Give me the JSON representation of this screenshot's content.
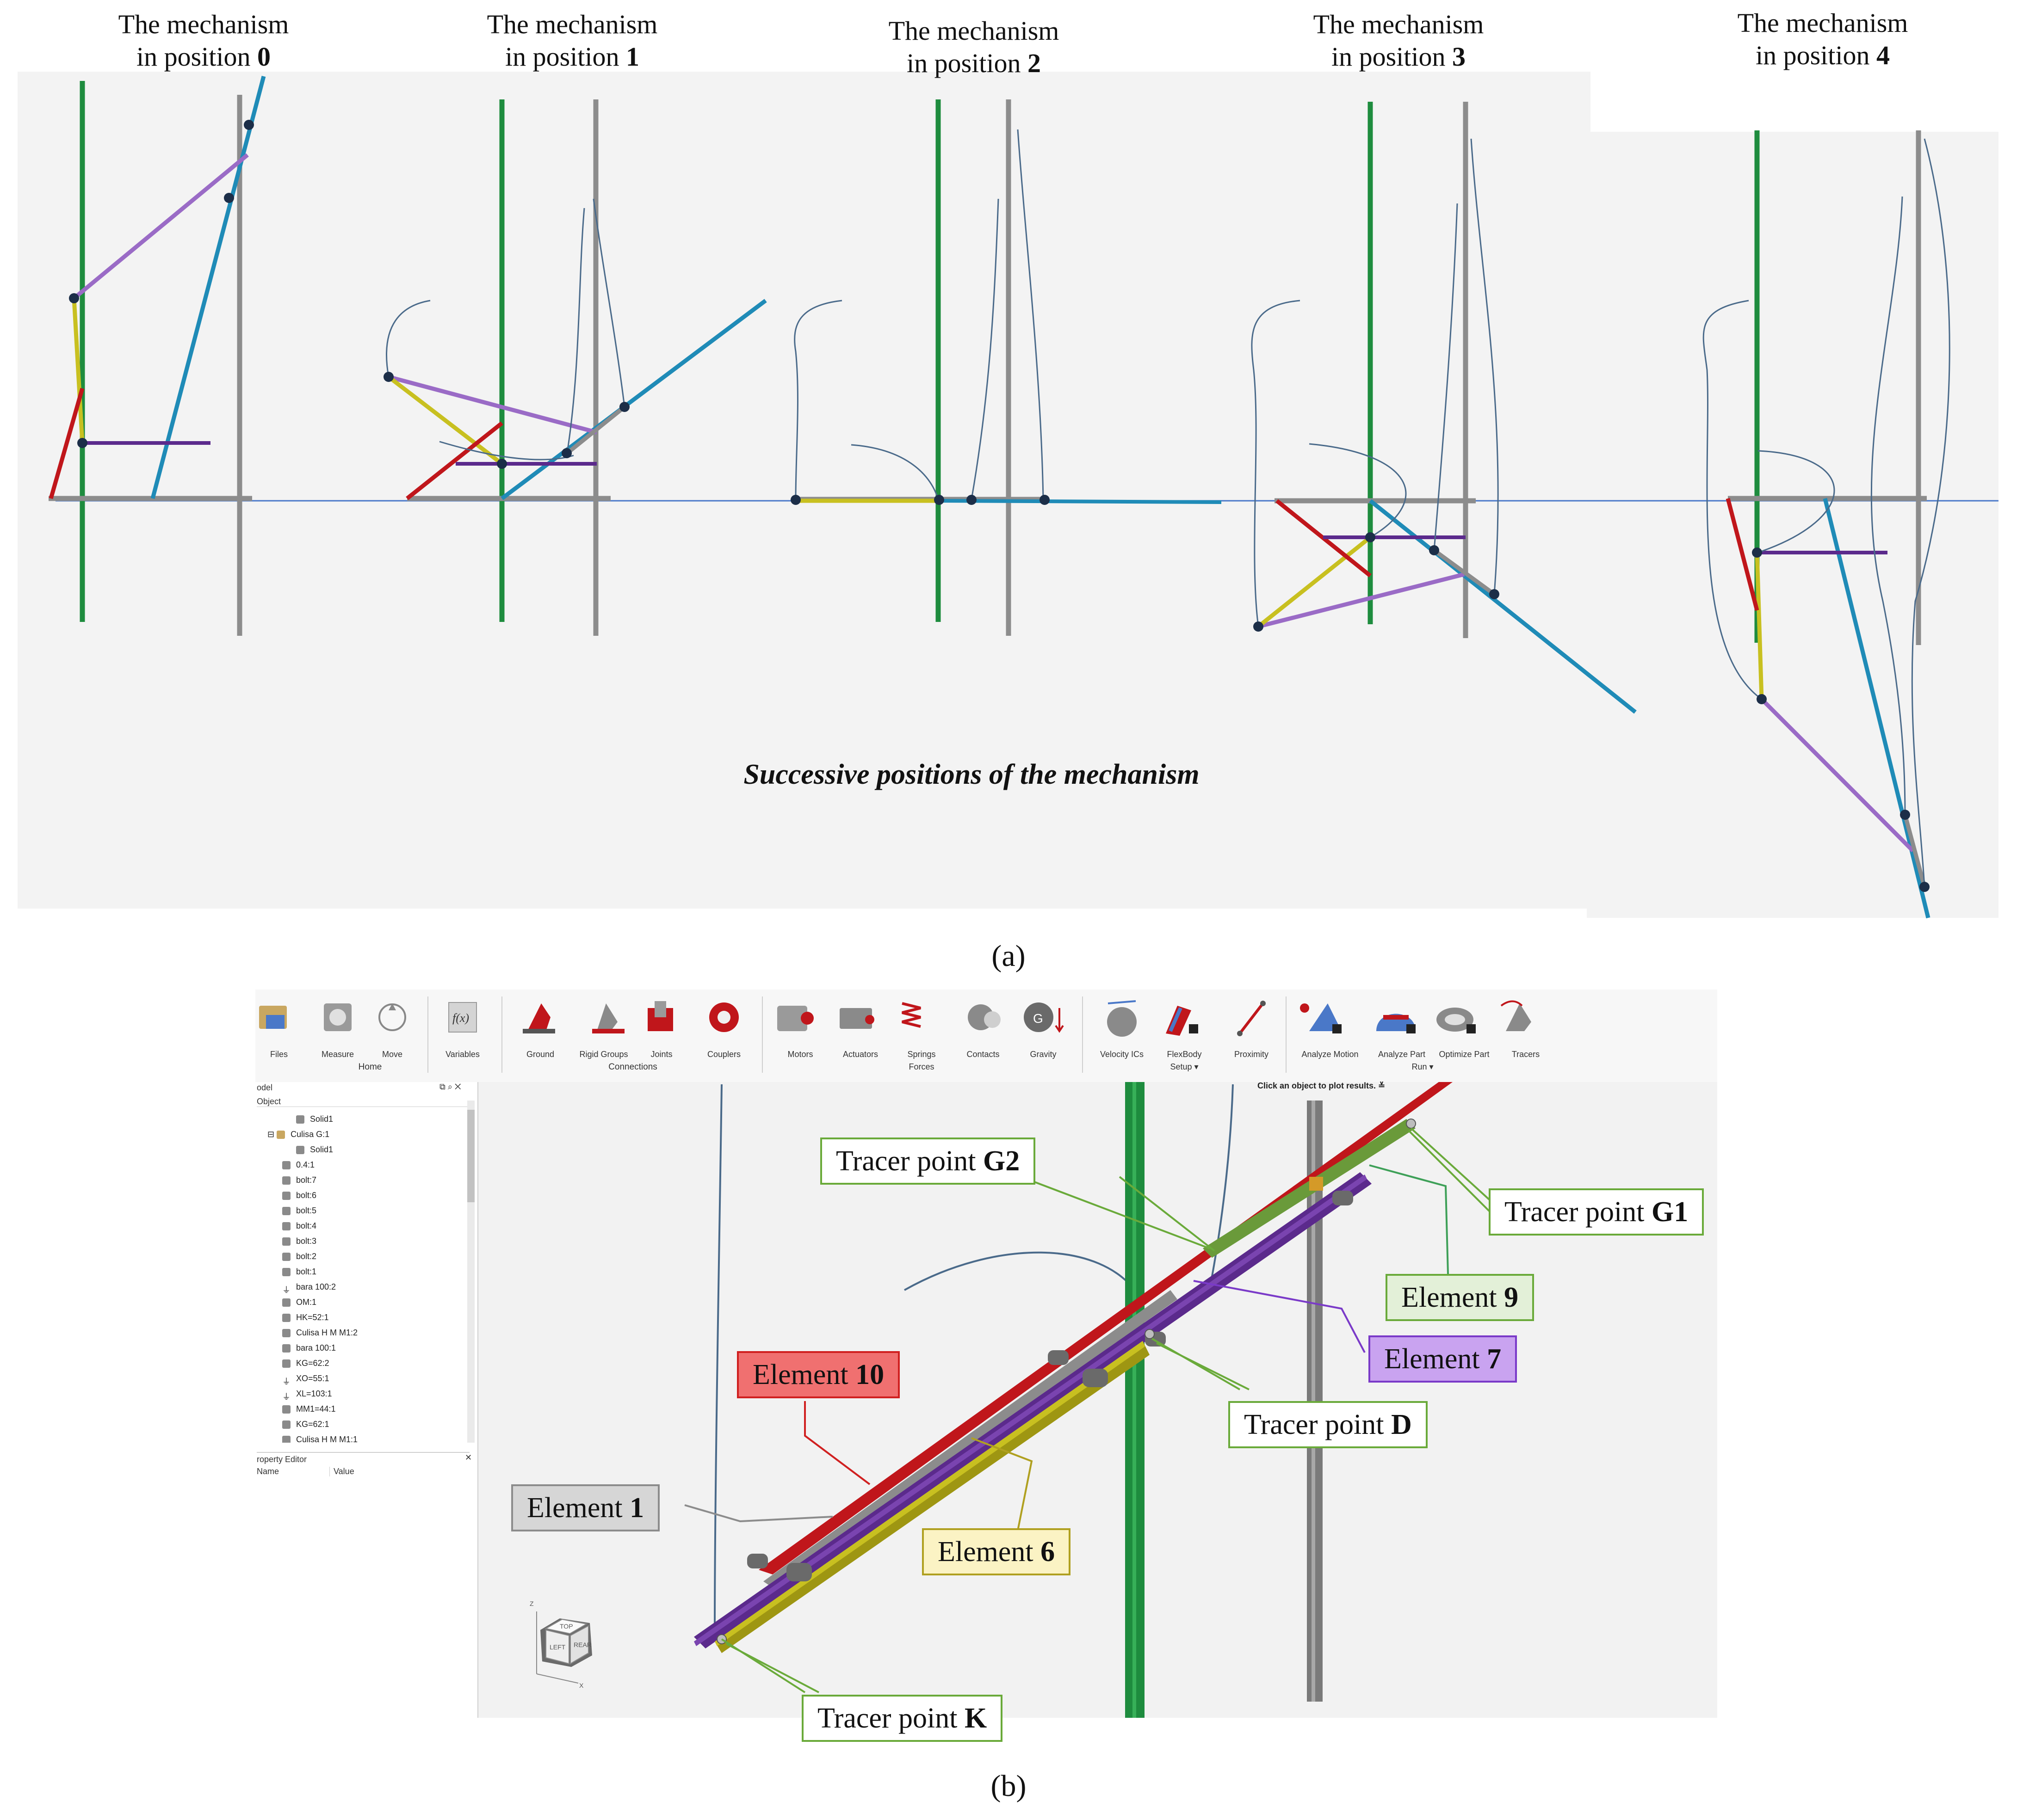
{
  "panel_a": {
    "headers": [
      {
        "line1": "The mechanism",
        "line2_prefix": "in position ",
        "num": "0"
      },
      {
        "line1": "The mechanism",
        "line2_prefix": "in position ",
        "num": "1"
      },
      {
        "line1": "The mechanism",
        "line2_prefix": "in position ",
        "num": "2"
      },
      {
        "line1": "The mechanism",
        "line2_prefix": "in position ",
        "num": "3"
      },
      {
        "line1": "The mechanism",
        "line2_prefix": "in position ",
        "num": "4"
      }
    ],
    "subtitle": "Successive positions of the mechanism",
    "caption": "(a)",
    "colors": {
      "green": "#1e8c3e",
      "gray": "#8c8c8c",
      "purple": "#9a6bc6",
      "yellow": "#c8c020",
      "red": "#c0161b",
      "blue": "#1f8bb7",
      "darkpurple": "#5b2a8c",
      "curve": "#4a6a8a",
      "ground": "#4a78c8"
    }
  },
  "panel_b": {
    "ribbon": {
      "buttons": [
        "Files",
        "Measure",
        "Move",
        "Variables",
        "Ground",
        "Rigid Groups",
        "Joints",
        "Couplers",
        "Motors",
        "Actuators",
        "Springs",
        "Contacts",
        "Gravity",
        "Velocity ICs",
        "FlexBody",
        "Proximity",
        "Analyze Motion",
        "Analyze Part",
        "Optimize Part",
        "Tracers"
      ],
      "sublabels": {
        "springs": "Forces",
        "flexbody": "Setup",
        "analyze_part": "Run"
      },
      "groups": {
        "home": "Home",
        "connections": "Connections"
      }
    },
    "model_panel": {
      "title": "odel",
      "column": "Object",
      "items": [
        "Solid1",
        "Culisa G:1",
        "Solid1",
        "0.4:1",
        "bolt:7",
        "bolt:6",
        "bolt:5",
        "bolt:4",
        "bolt:3",
        "bolt:2",
        "bolt:1",
        "bara 100:2",
        "OM:1",
        "HK=52:1",
        "Culisa H M M1:2",
        "bara 100:1",
        "KG=62:2",
        "XO=55:1",
        "XL=103:1",
        "MM1=44:1",
        "KG=62:1",
        "Culisa H M M1:1"
      ]
    },
    "property_editor": {
      "title": "roperty Editor",
      "col_name": "Name",
      "col_value": "Value"
    },
    "hint": "Click an object to plot results.",
    "callouts": {
      "g2": {
        "prefix": "Tracer point ",
        "bold": "G2"
      },
      "g1": {
        "prefix": "Tracer point ",
        "bold": "G1"
      },
      "e9": {
        "prefix": "Element ",
        "bold": "9"
      },
      "e7": {
        "prefix": "Element ",
        "bold": "7"
      },
      "e10": {
        "prefix": "Element ",
        "bold": "10"
      },
      "d": {
        "prefix": "Tracer point ",
        "bold": "D"
      },
      "e1": {
        "prefix": "Element ",
        "bold": "1"
      },
      "e6": {
        "prefix": "Element ",
        "bold": "6"
      },
      "k": {
        "prefix": "Tracer point ",
        "bold": "K"
      }
    },
    "view_cube": {
      "top": "TOP",
      "left": "LEFT",
      "rear": "REAR",
      "axis_z": "Z",
      "axis_x": "X"
    },
    "caption": "(b)"
  }
}
